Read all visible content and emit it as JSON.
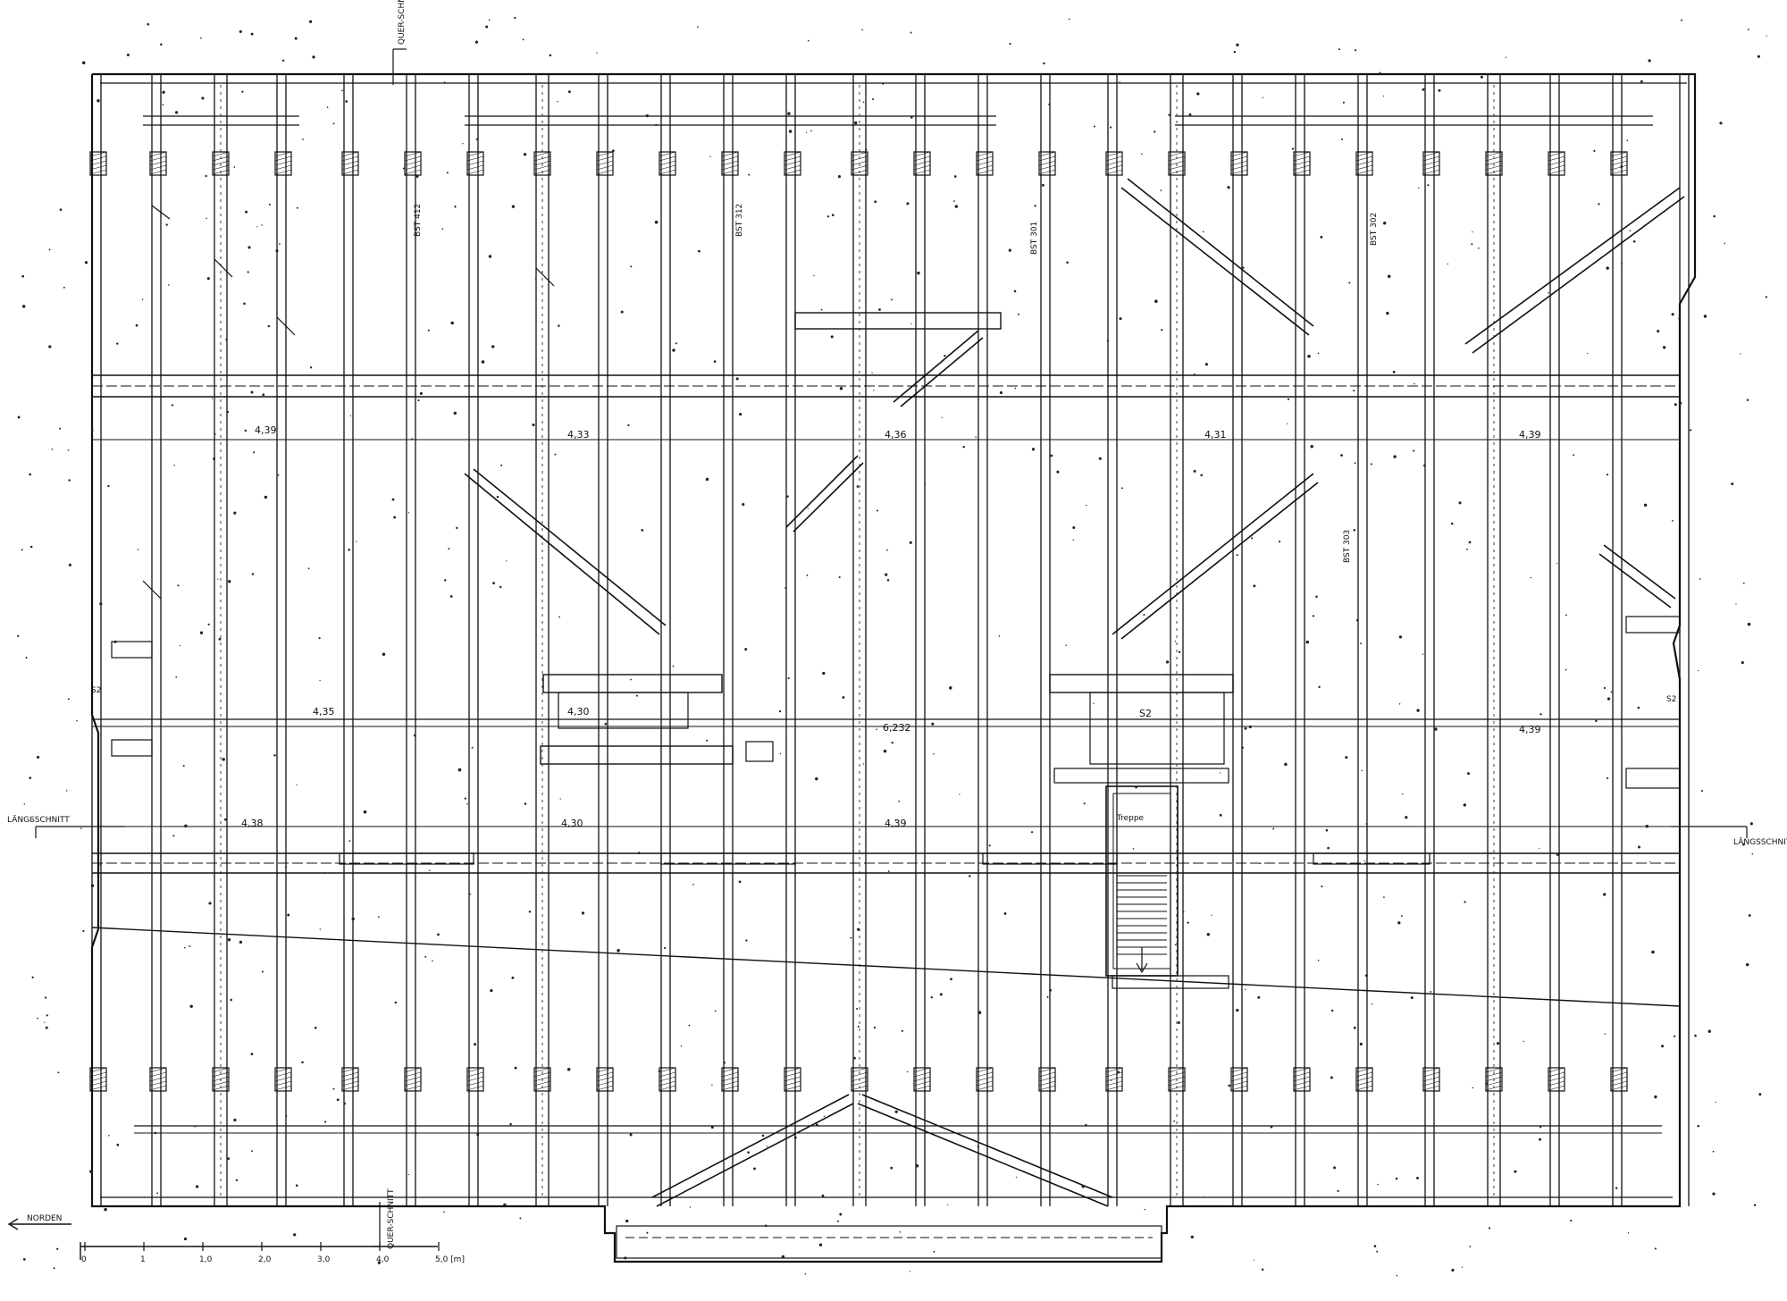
{
  "drawing": {
    "north_label": "NORDEN",
    "section_marks": {
      "top": "QUER-SCHNITT",
      "bottom": "QUER-SCHNITT",
      "left": "LÄNGSSCHNITT",
      "right": "LÄNGSSCHNITT"
    },
    "scale_bar": {
      "ticks": [
        "0",
        "1",
        "1,0",
        "2,0",
        "3,0",
        "4,0",
        "5,0 [m]"
      ]
    },
    "span_dimensions": {
      "upper_row": [
        "4,39",
        "4,33",
        "4,36",
        "4,31",
        "4,39"
      ],
      "middle_row": [
        "4,35",
        "4,30",
        "4,39",
        "6,232"
      ],
      "lower_row": [
        "4,38",
        "4,30",
        "4,39"
      ]
    },
    "room_labels": [
      "S2",
      "S2",
      "S2"
    ],
    "stair_label": "Treppe",
    "annotations": [
      "BST 412",
      "BST 312",
      "BST 301",
      "BST 302",
      "BST 303"
    ]
  }
}
